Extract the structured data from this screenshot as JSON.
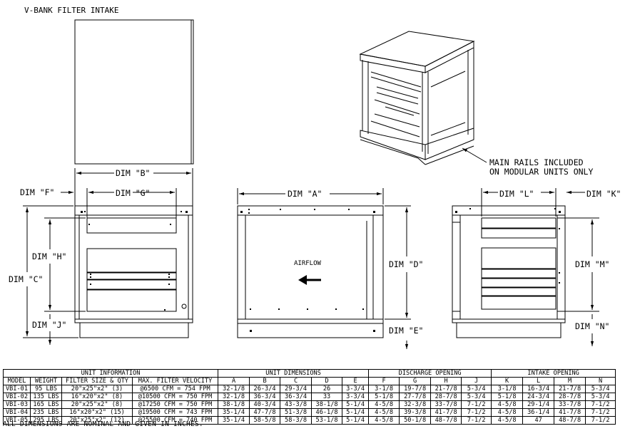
{
  "title": "V-BANK FILTER INTAKE",
  "callout": {
    "line1": "MAIN RAILS INCLUDED",
    "line2": "ON MODULAR UNITS ONLY"
  },
  "dims": {
    "a": "DIM \"A\"",
    "b": "DIM \"B\"",
    "c": "DIM \"C\"",
    "d": "DIM \"D\"",
    "e": "DIM \"E\"",
    "f": "DIM \"F\"",
    "g": "DIM \"G\"",
    "h": "DIM \"H\"",
    "j": "DIM \"J\"",
    "k": "DIM \"K\"",
    "l": "DIM \"L\"",
    "m": "DIM \"M\"",
    "n": "DIM \"N\""
  },
  "airflow_label": "AIRFLOW",
  "table": {
    "groups": {
      "unit_info": "UNIT INFORMATION",
      "unit_dims": "UNIT DIMENSIONS",
      "discharge": "DISCHARGE OPENING",
      "intake": "INTAKE OPENING"
    },
    "headers": [
      "MODEL",
      "WEIGHT",
      "FILTER SIZE & QTY",
      "MAX. FILTER VELOCITY",
      "A",
      "B",
      "C",
      "D",
      "E",
      "F",
      "G",
      "H",
      "J",
      "K",
      "L",
      "M",
      "N"
    ],
    "rows": [
      [
        "VBI-01",
        "95 LBS",
        "20\"x25\"x2\" (3)",
        "@6500 CFM = 754 FPM",
        "32-1/8",
        "26-3/4",
        "29-3/4",
        "26",
        "3-3/4",
        "3-1/8",
        "19-7/8",
        "21-7/8",
        "5-3/4",
        "3-1/8",
        "16-3/4",
        "21-7/8",
        "5-3/4"
      ],
      [
        "VBI-02",
        "135 LBS",
        "16\"x20\"x2\" (8)",
        "@10500 CFM = 750 FPM",
        "32-1/8",
        "36-3/4",
        "36-3/4",
        "33",
        "3-3/4",
        "5-1/8",
        "27-7/8",
        "28-7/8",
        "5-3/4",
        "5-1/8",
        "24-3/4",
        "28-7/8",
        "5-3/4"
      ],
      [
        "VBI-03",
        "165 LBS",
        "20\"x25\"x2\" (8)",
        "@17250 CFM = 750 FPM",
        "38-1/8",
        "40-3/4",
        "43-3/8",
        "38-1/8",
        "5-1/4",
        "4-5/8",
        "32-3/8",
        "33-7/8",
        "7-1/2",
        "4-5/8",
        "29-1/4",
        "33-7/8",
        "7-1/2"
      ],
      [
        "VBI-04",
        "235 LBS",
        "16\"x20\"x2\" (15)",
        "@19500 CFM = 743 FPM",
        "35-1/4",
        "47-7/8",
        "51-3/8",
        "46-1/8",
        "5-1/4",
        "4-5/8",
        "39-3/8",
        "41-7/8",
        "7-1/2",
        "4-5/8",
        "36-1/4",
        "41-7/8",
        "7-1/2"
      ],
      [
        "VBI-05",
        "295 LBS",
        "20\"x25\"x2\" (12)",
        "@25500 CFM = 740 FPM",
        "35-1/4",
        "58-5/8",
        "58-3/8",
        "53-1/8",
        "5-1/4",
        "4-5/8",
        "50-1/8",
        "48-7/8",
        "7-1/2",
        "4-5/8",
        "47",
        "48-7/8",
        "7-1/2"
      ]
    ]
  },
  "footnote": "ALL DIMENSIONS ARE NOMINAL AND GIVEN IN INCHES."
}
